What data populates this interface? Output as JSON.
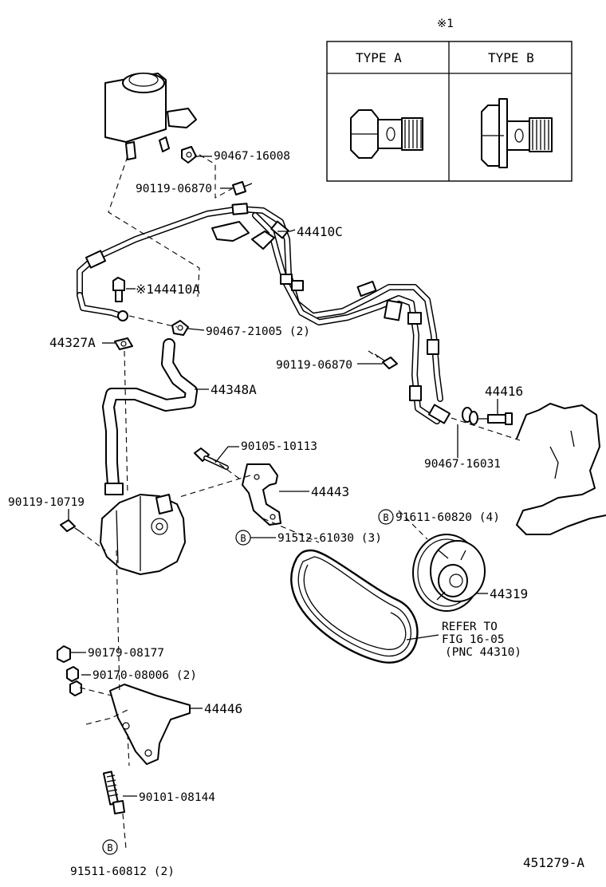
{
  "note_symbol": "※1",
  "types": {
    "type_a": "TYPE A",
    "type_b": "TYPE B"
  },
  "callouts": {
    "c90467_16008": "90467-16008",
    "c90119_06870_top": "90119-06870",
    "c44410C": "44410C",
    "c44410A": "※144410A",
    "c90467_21005": "90467-21005 (2)",
    "c44327A": "44327A",
    "c90119_06870_mid": "90119-06870",
    "c44348A": "44348A",
    "c44416": "44416",
    "c90105_10113": "90105-10113",
    "c90467_16031": "90467-16031",
    "c44443": "44443",
    "c90119_10719": "90119-10719",
    "c91512_61030": "91512-61030 (3)",
    "c91611_60820": "91611-60820 (4)",
    "c44319": "44319",
    "refer_1": "REFER TO",
    "refer_2": "FIG 16-05",
    "refer_3": "(PNC 44310)",
    "c90179_08177": "90179-08177",
    "c90170_08006": "90170-08006 (2)",
    "c44446": "44446",
    "c90101_08144": "90101-08144",
    "c91511_60812": "91511-60812 (2)"
  },
  "b_marker": "B",
  "figure_id": "451279-A"
}
